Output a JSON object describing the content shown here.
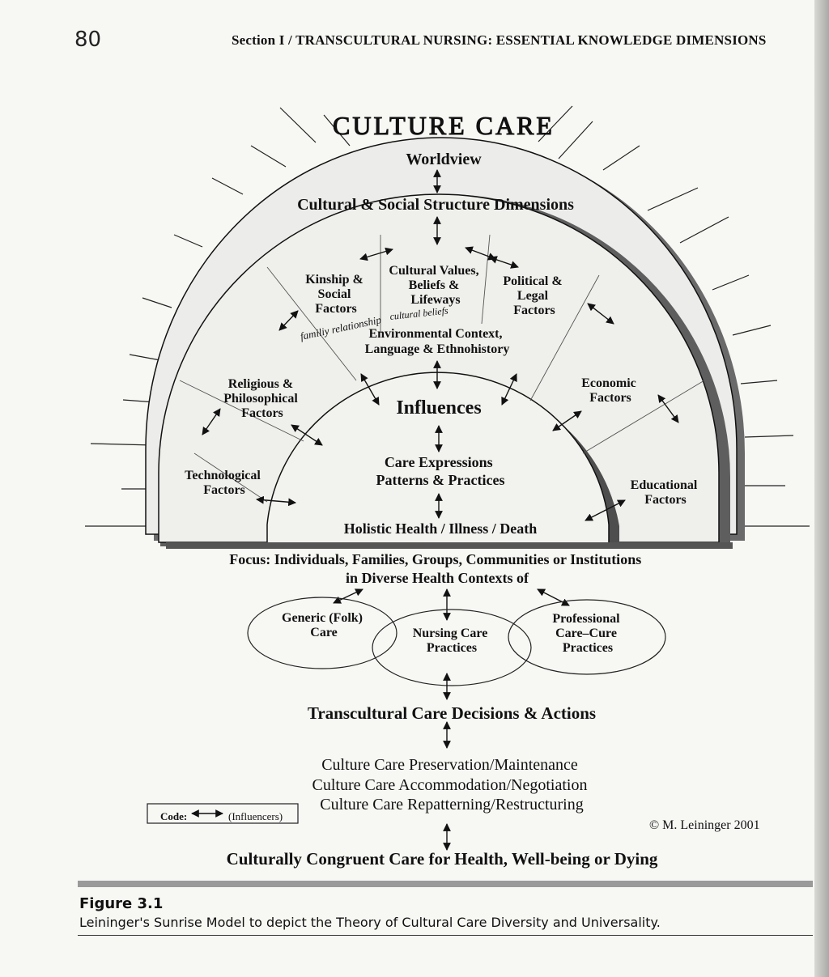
{
  "header": {
    "page_number": "80",
    "running_head": "Section I  /  TRANSCULTURAL NURSING: ESSENTIAL KNOWLEDGE DIMENSIONS"
  },
  "diagram": {
    "title": "CULTURE CARE",
    "worldview": "Worldview",
    "cultural_social": "Cultural & Social Structure Dimensions",
    "factors": {
      "kinship": [
        "Kinship &",
        "Social",
        "Factors"
      ],
      "cultural_values": [
        "Cultural Values,",
        "Beliefs &",
        "Lifeways"
      ],
      "political": [
        "Political &",
        "Legal",
        "Factors"
      ],
      "religious": [
        "Religious &",
        "Philosophical",
        "Factors"
      ],
      "economic": [
        "Economic",
        "Factors"
      ],
      "technological": [
        "Technological",
        "Factors"
      ],
      "educational": [
        "Educational",
        "Factors"
      ]
    },
    "environmental": [
      "Environmental Context,",
      "Language & Ethnohistory"
    ],
    "influences": "Influences",
    "care_expressions": [
      "Care Expressions",
      "Patterns & Practices"
    ],
    "holistic": "Holistic Health / Illness / Death",
    "handwritten": [
      "familiy relationship",
      "cultural beliefs"
    ],
    "focus": [
      "Focus: Individuals, Families, Groups, Communities or Institutions",
      "in Diverse Health Contexts of"
    ],
    "generic_care": [
      "Generic (Folk)",
      "Care"
    ],
    "nursing_care": [
      "Nursing Care",
      "Practices"
    ],
    "professional_care": [
      "Professional",
      "Care–Cure",
      "Practices"
    ],
    "decisions": "Transcultural Care Decisions & Actions",
    "modes": [
      "Culture Care Preservation/Maintenance",
      "Culture Care Accommodation/Negotiation",
      "Culture Care Repatterning/Restructuring"
    ],
    "code_label": "Code:",
    "code_meaning": "(Influencers)",
    "copyright": "© M. Leininger 2001",
    "outcome": "Culturally Congruent Care for Health, Well-being or Dying"
  },
  "caption": {
    "title": "Figure 3.1",
    "text": "Leininger's Sunrise Model to depict the Theory of Cultural Care Diversity and Universality."
  }
}
